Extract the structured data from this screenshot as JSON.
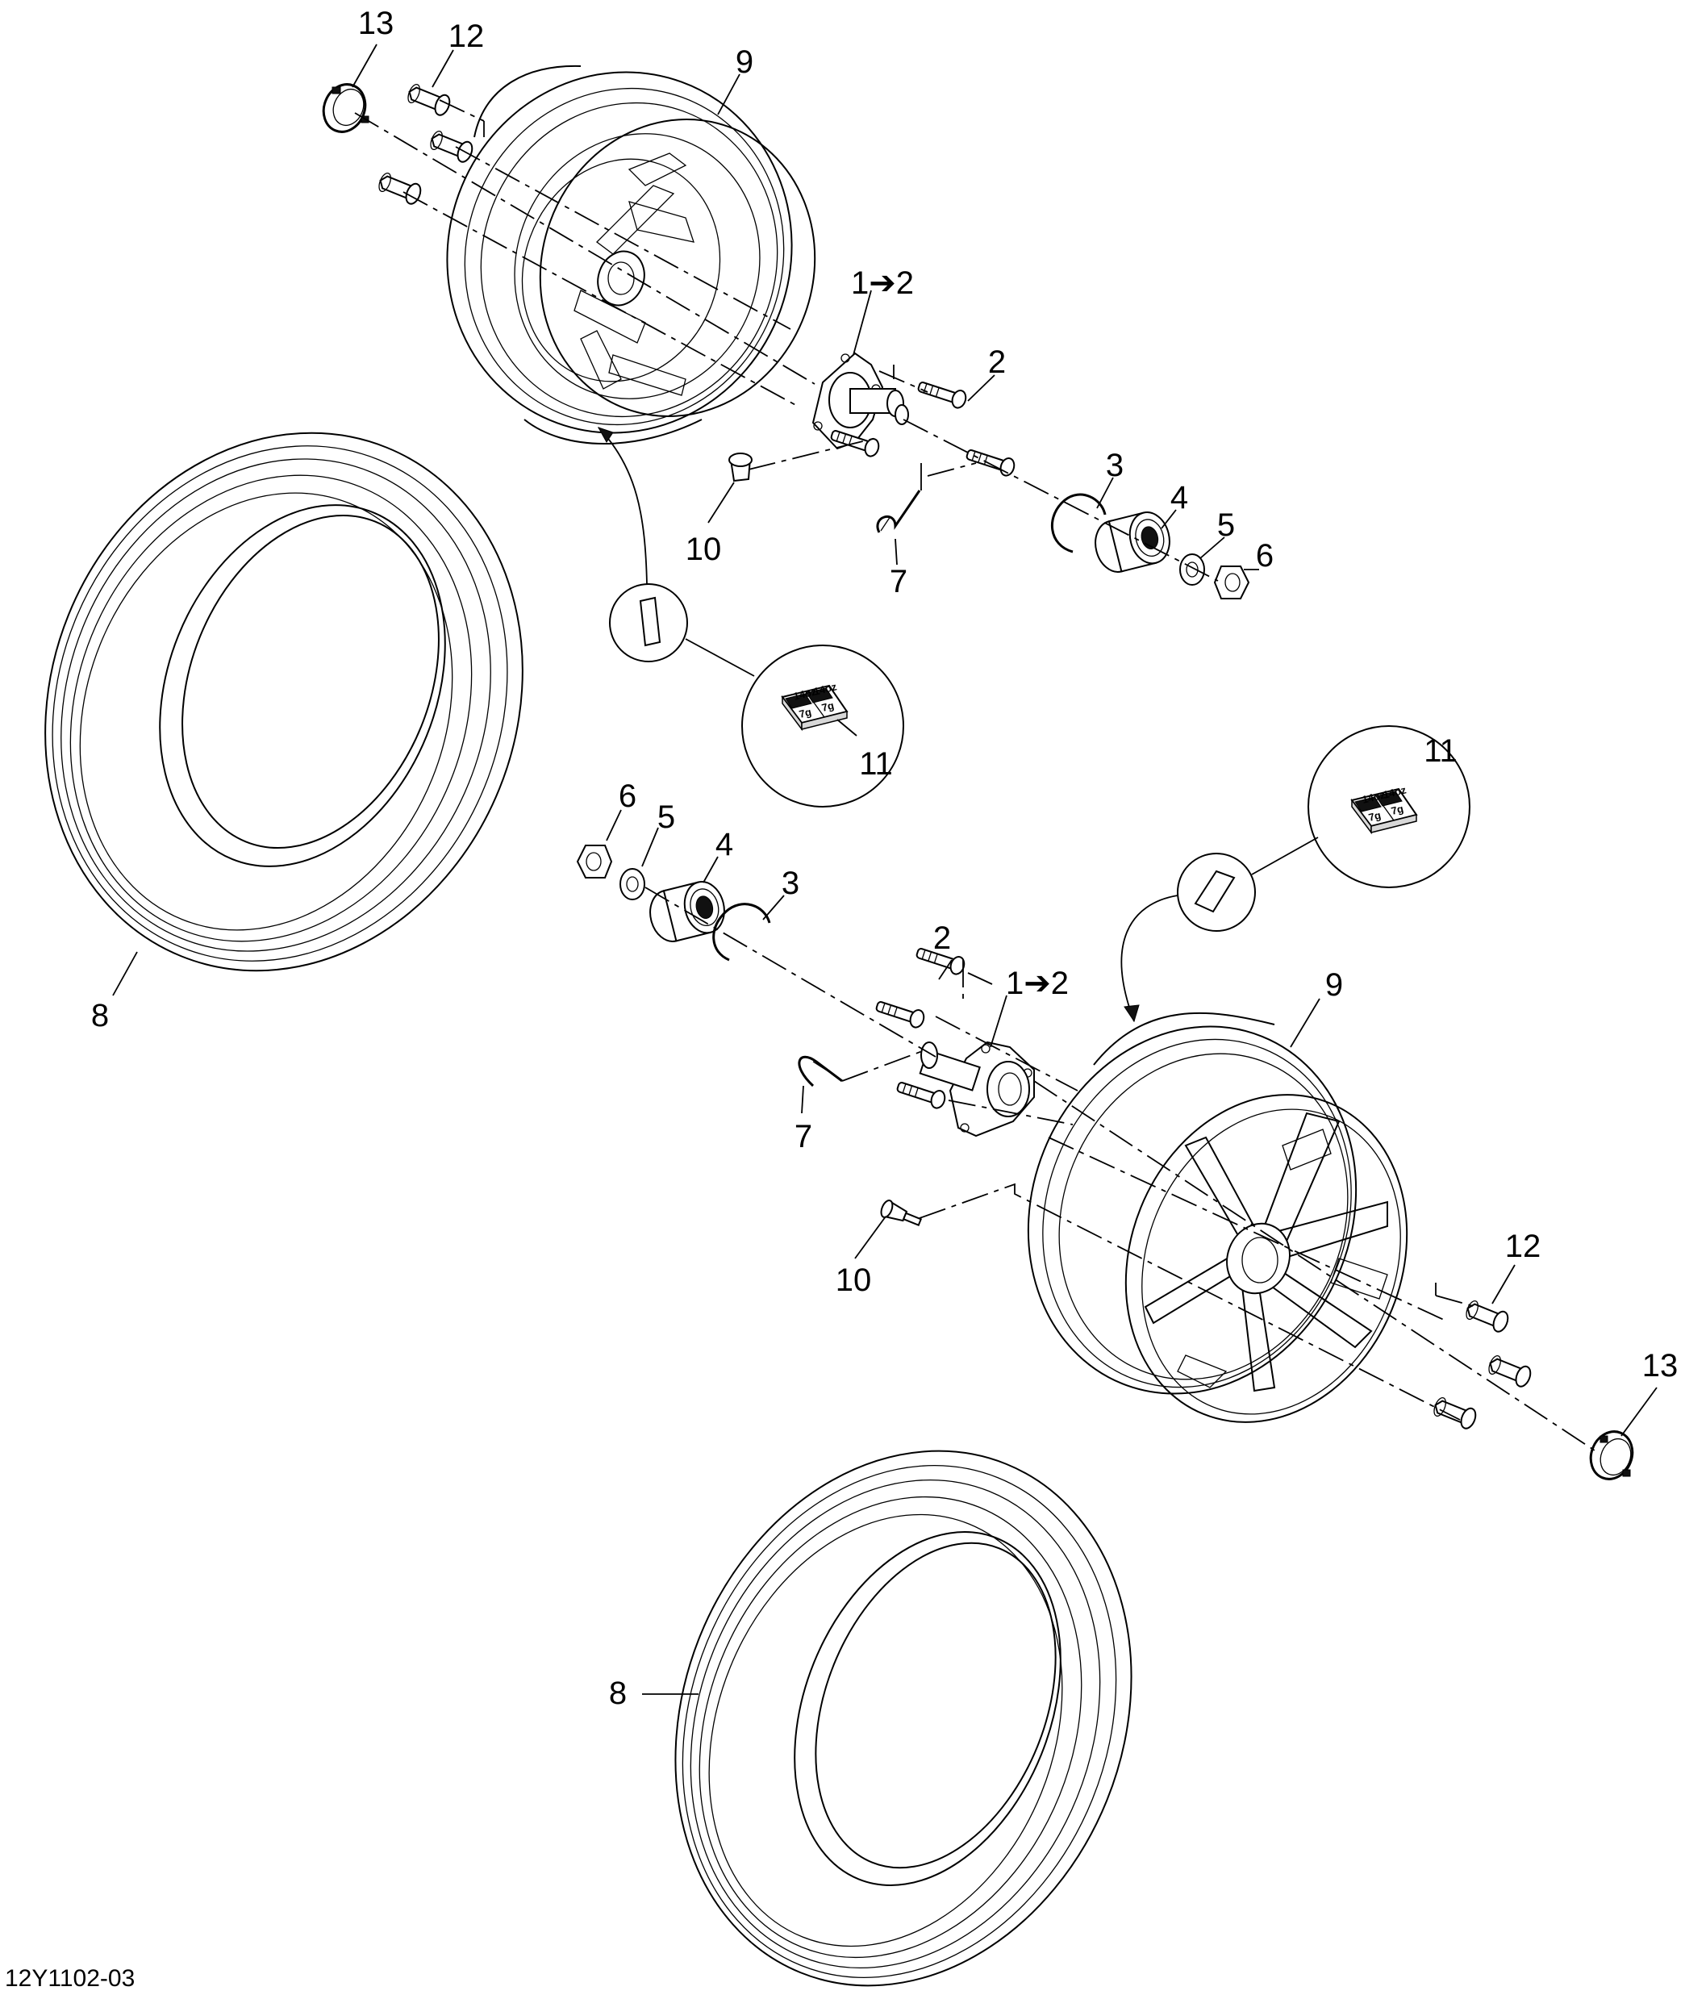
{
  "diagram": {
    "drawing_code": "12Y1102-03",
    "callouts": {
      "top_13": "13",
      "top_12": "12",
      "top_9": "9",
      "top_1_2": "1➔2",
      "top_2": "2",
      "top_3": "3",
      "top_4": "4",
      "top_5": "5",
      "top_6": "6",
      "top_7": "7",
      "top_10": "10",
      "top_11": "11",
      "top_8": "8",
      "bot_6": "6",
      "bot_5": "5",
      "bot_4": "4",
      "bot_3": "3",
      "bot_2": "2",
      "bot_1_2": "1➔2",
      "bot_7": "7",
      "bot_10": "10",
      "bot_9": "9",
      "bot_11": "11",
      "bot_12": "12",
      "bot_13": "13",
      "bot_8": "8"
    }
  }
}
